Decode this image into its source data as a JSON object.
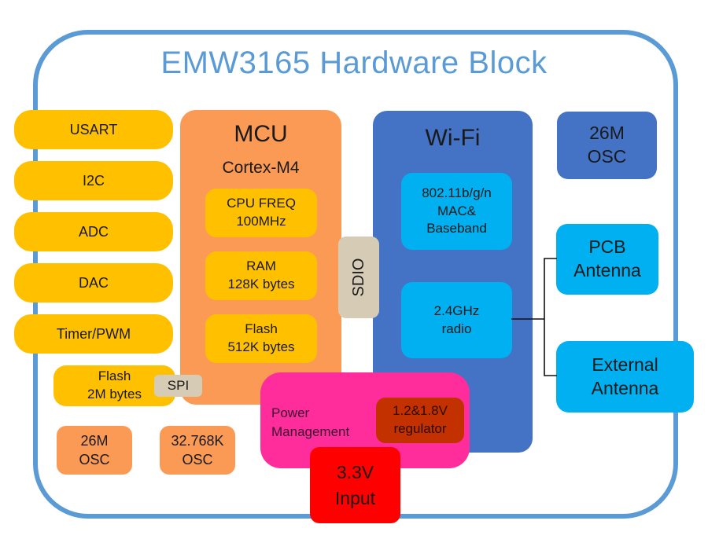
{
  "title": "EMW3165 Hardware Block",
  "peripherals": [
    "USART",
    "I2C",
    "ADC",
    "DAC",
    "Timer/PWM"
  ],
  "external_flash": {
    "line1": "Flash",
    "line2": "2M bytes"
  },
  "spi_label": "SPI",
  "mcu": {
    "title": "MCU",
    "subtitle": "Cortex-M4",
    "cpu": {
      "line1": "CPU FREQ",
      "line2": "100MHz"
    },
    "ram": {
      "line1": "RAM",
      "line2": "128K bytes"
    },
    "flash": {
      "line1": "Flash",
      "line2": "512K bytes"
    }
  },
  "sdio_label": "SDIO",
  "wifi": {
    "title": "Wi-Fi",
    "mac": {
      "line1": "802.11b/g/n",
      "line2": "MAC&",
      "line3": "Baseband"
    },
    "radio": {
      "line1": "2.4GHz",
      "line2": "radio"
    }
  },
  "wifi_osc": {
    "line1": "26M",
    "line2": "OSC"
  },
  "pcb_antenna": {
    "line1": "PCB",
    "line2": "Antenna"
  },
  "external_antenna": {
    "line1": "External",
    "line2": "Antenna"
  },
  "osc_26m": {
    "line1": "26M",
    "line2": "OSC"
  },
  "osc_32k": {
    "line1": "32.768K",
    "line2": "OSC"
  },
  "power": {
    "line1": "Power",
    "line2": "Management",
    "regulator": {
      "line1": "1.2&1.8V",
      "line2": "regulator"
    }
  },
  "input": {
    "line1": "3.3V",
    "line2": "Input"
  },
  "colors": {
    "frame": "#5b9bd5",
    "peripheral": "#ffc000",
    "mcu": "#fa9a55",
    "wifi": "#4472c4",
    "wifi_sub": "#00b0f0",
    "bus": "#d6cbb5",
    "power": "#ff2d9b",
    "regulator": "#c43100",
    "input": "#ff0000"
  }
}
